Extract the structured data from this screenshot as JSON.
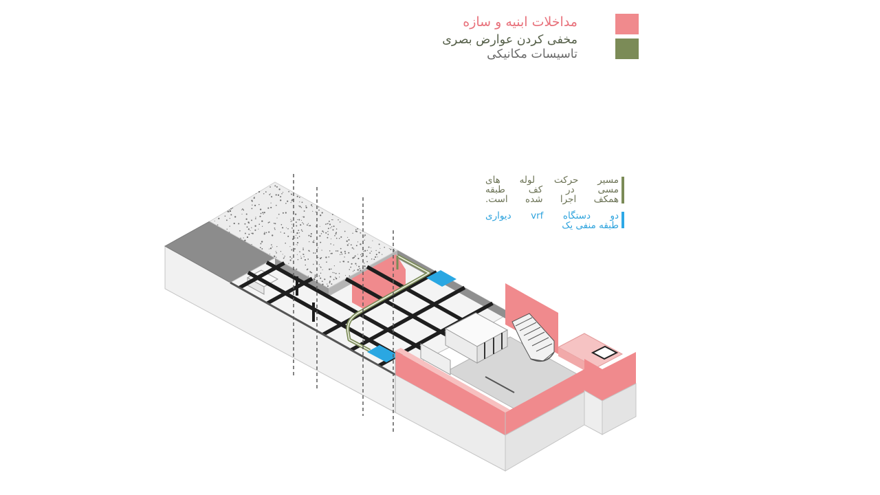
{
  "legend": {
    "lines": [
      {
        "text": "مداخلات ابنیه و سازه",
        "color": "#e8717b"
      },
      {
        "text": "مخفی کردن عوارض بصری",
        "color": "#56604a"
      },
      {
        "text": "تاسیسات مکانیکی",
        "color": "#6a6a6a"
      }
    ],
    "swatches": [
      {
        "color": "#f08a8d"
      },
      {
        "color": "#7b8b57"
      }
    ]
  },
  "annotations": {
    "pipe_route": {
      "lines": [
        "مسیر حرکت لوله های",
        "مسی در کف طبقه",
        "همکف اجرا شده است."
      ],
      "color": "#6c7356",
      "bar_color": "#7b8b57"
    },
    "vrf_units": {
      "lines": [
        "دو دستگاه vrf  دیواری",
        "طبقه منفی یک"
      ],
      "color": "#2ea3dd",
      "bar_color": "#2ea8e6"
    }
  },
  "drawing_colors": {
    "structure_intervention": "#f08a8d",
    "pipe_route": "#7b8b57",
    "vrf_unit": "#2aa7e2",
    "beam": "#1e1e1e"
  }
}
